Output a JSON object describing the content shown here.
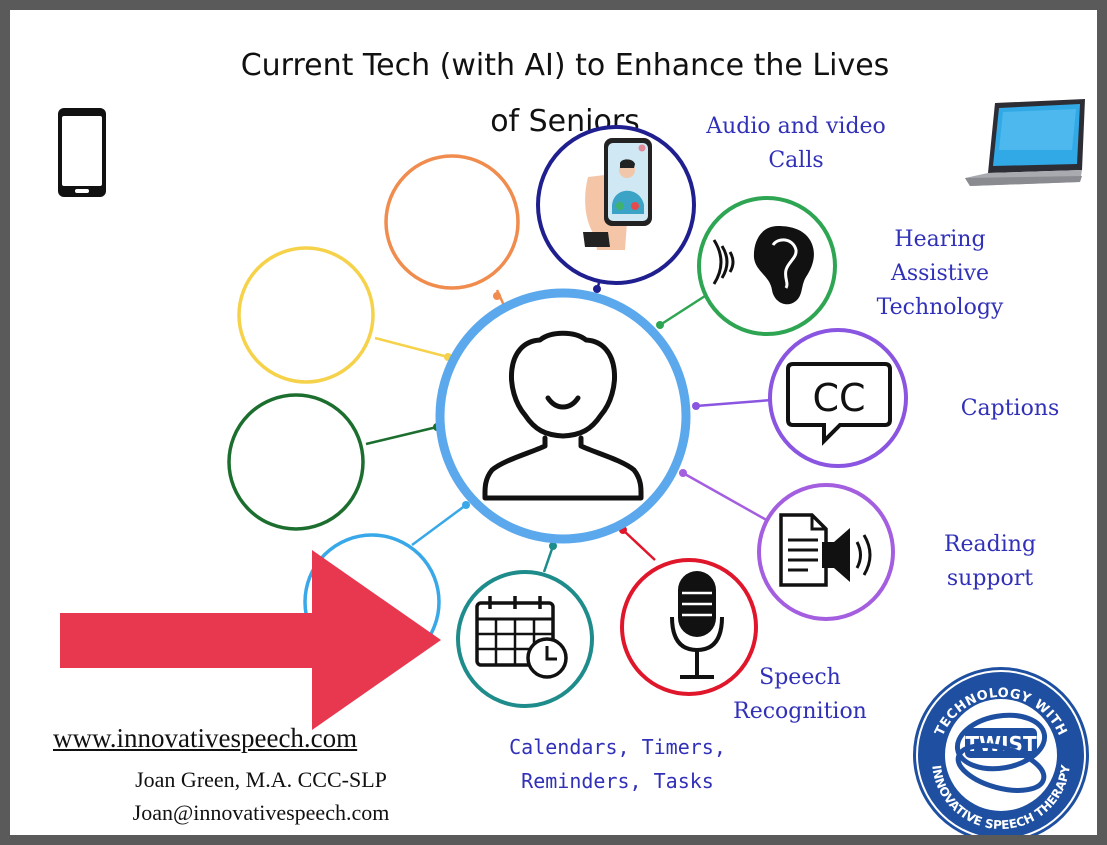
{
  "title": {
    "line1": "Current Tech (with AI) to Enhance the Lives",
    "line2": "of Seniors"
  },
  "labels": {
    "calls_1": "Audio and video",
    "calls_2": "Calls",
    "hearing_1": "Hearing",
    "hearing_2": "Assistive",
    "hearing_3": "Technology",
    "captions": "Captions",
    "reading_1": "Reading",
    "reading_2": "support",
    "speech_1": "Speech",
    "speech_2": "Recognition",
    "calendar_1": "Calendars, Timers,",
    "calendar_2": "Reminders, Tasks"
  },
  "icons": {
    "captions_text": "CC",
    "logo_center": "TWIST",
    "logo_ring_top": "TECHNOLOGY WITH",
    "logo_ring_bottom": "INNOVATIVE SPEECH THERAPY"
  },
  "footer": {
    "url": "www.innovativespeech.com",
    "name": "Joan Green, M.A. CCC-SLP",
    "email": "Joan@innovativespeech.com"
  },
  "colors": {
    "center_ring": "#5ba8ec",
    "calls": "#1f1f8f",
    "hearing": "#2ea552",
    "captions": "#8a55e0",
    "reading": "#a45ee0",
    "speech": "#e0162b",
    "calendar": "#1f8c8c",
    "light_blue": "#38a8e8",
    "dark_green": "#1c6e2e",
    "yellow": "#f5d24a",
    "orange": "#f08c4e",
    "arrow": "#e8384f",
    "label_text": "#3130b8",
    "logo_blue": "#1e4fa0"
  }
}
